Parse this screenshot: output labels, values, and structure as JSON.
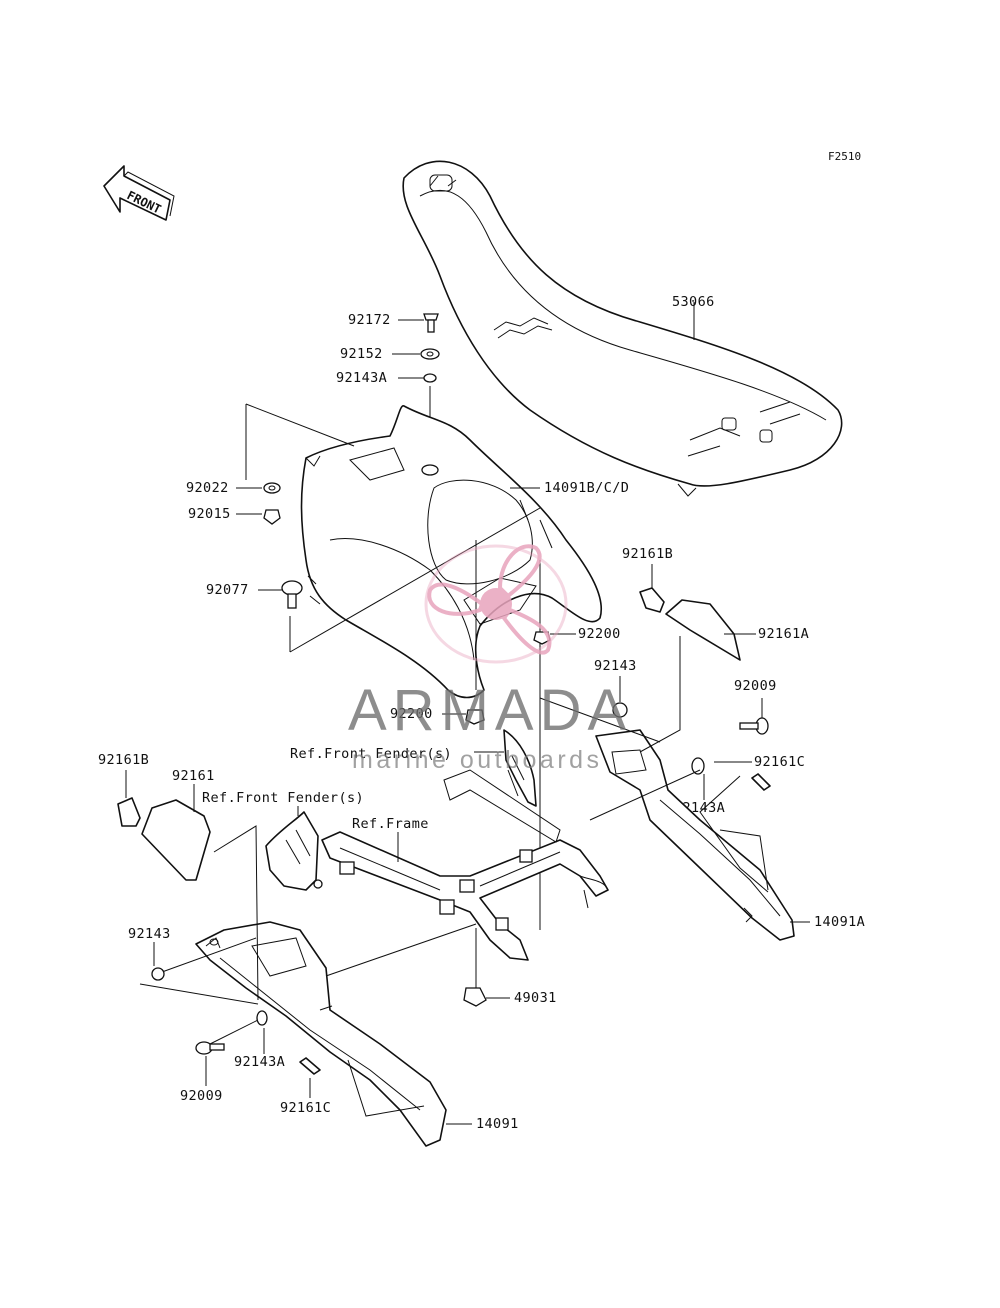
{
  "figure_code": "F2510",
  "direction_marker": "FRONT",
  "watermark": {
    "brand": "ARMADA",
    "tagline": "marine outboards",
    "color": "#e8a4bd"
  },
  "callouts": {
    "p53066": "53066",
    "p92172": "92172",
    "p92152": "92152",
    "p92143A_top": "92143A",
    "p92022": "92022",
    "p92015": "92015",
    "p14091BCD": "14091B/C/D",
    "p92077": "92077",
    "p92161B_right": "92161B",
    "p92161A": "92161A",
    "p92200_right": "92200",
    "p92143_right": "92143",
    "p92009_right": "92009",
    "p92200_mid": "92200",
    "ref_front_fender_1": "Ref.Front Fender(s)",
    "p92161C_right": "92161C",
    "p92143A_right": "92143A",
    "p92161B_left": "92161B",
    "p92161": "92161",
    "ref_front_fender_2": "Ref.Front Fender(s)",
    "ref_frame": "Ref.Frame",
    "p14091A": "14091A",
    "p92143_left": "92143",
    "p49031": "49031",
    "p92143A_bottom": "92143A",
    "p92009_left": "92009",
    "p92161C_left": "92161C",
    "p14091": "14091"
  }
}
